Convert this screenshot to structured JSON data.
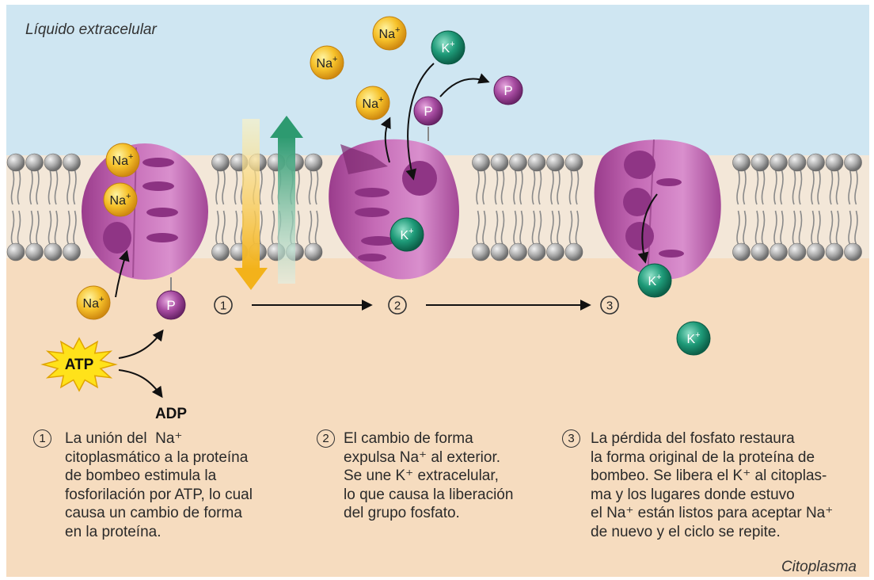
{
  "regions": {
    "extracellular": "Líquido extracelular",
    "cytoplasm": "Citoplasma"
  },
  "ions": {
    "sodium": "Na",
    "potassium": "K",
    "charge": "+",
    "phosphate": "P"
  },
  "energy": {
    "atp": "ATP",
    "adp": "ADP"
  },
  "steps": [
    {
      "number": "1",
      "lines": [
        "La unión del  Na⁺",
        "citoplasmático a la proteína",
        "de bombeo estimula la",
        "fosforilación por ATP, lo cual",
        "causa un cambio de forma",
        "en la proteína."
      ]
    },
    {
      "number": "2",
      "lines": [
        "El cambio de forma",
        "expulsa Na⁺ al exterior.",
        "Se une K⁺ extracelular,",
        "lo que causa la liberación",
        "del grupo fosfato."
      ]
    },
    {
      "number": "3",
      "lines": [
        "La pérdida del fosfato restaura",
        "la forma original de la proteína de",
        "bombeo. Se libera el K⁺ al citoplas-",
        "ma y los lugares donde estuvo",
        "el Na⁺ están listos para aceptar Na⁺",
        "de nuevo y el ciclo se repite."
      ]
    }
  ],
  "colors": {
    "extracellular": "#cfe6f2",
    "cytoplasm": "#f5dcc0",
    "protein": "#b857a8",
    "sodium": "#f2b21c",
    "potassium": "#1e9474",
    "phosphate": "#a04a9a",
    "atp": "#ffe21a"
  }
}
